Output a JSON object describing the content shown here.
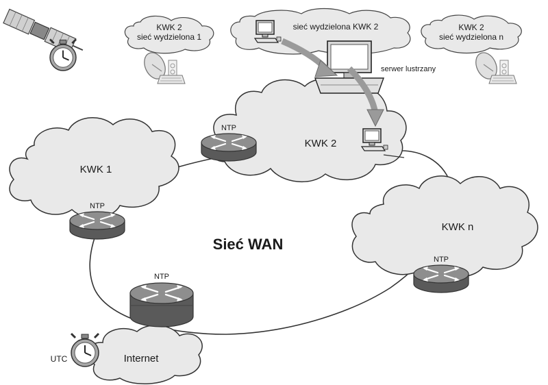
{
  "labels": {
    "wan": "Sieć WAN",
    "kwk1": "KWK 1",
    "kwk2": "KWK 2",
    "kwkn": "KWK n",
    "internet": "Internet",
    "utc": "UTC",
    "ntp": "NTP",
    "mirror_server": "serwer lustrzany",
    "seg1_line1": "KWK 2",
    "seg1_line2": "sieć wydzielona 1",
    "segk": "sieć wydzielona KWK 2",
    "segn_line1": "KWK 2",
    "segn_line2": "sieć wydzielona n"
  },
  "colors": {
    "cloud_fill": "#e9e9e9",
    "cloud_stroke": "#333333",
    "router_top": "#8e8e8e",
    "router_side": "#5a5a5a",
    "arrow": "#9a9a9a"
  }
}
